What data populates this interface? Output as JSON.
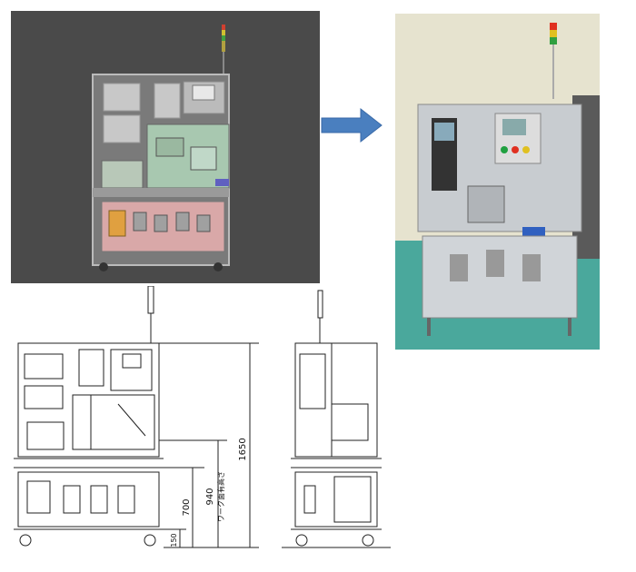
{
  "dimensions": {
    "total_height": "1650",
    "work_height": "940",
    "work_label": "ワーク面有高さ",
    "frame_height": "700",
    "caster_height": "150"
  },
  "colors": {
    "render_background": "#4a4a4a",
    "arrow": "#4a7fbf",
    "render_lower_zone": "#d9a8a8",
    "render_upper_zone": "#a8c8b0",
    "photo_floor": "#4aa89c",
    "photo_wall": "#e6e3cf"
  }
}
